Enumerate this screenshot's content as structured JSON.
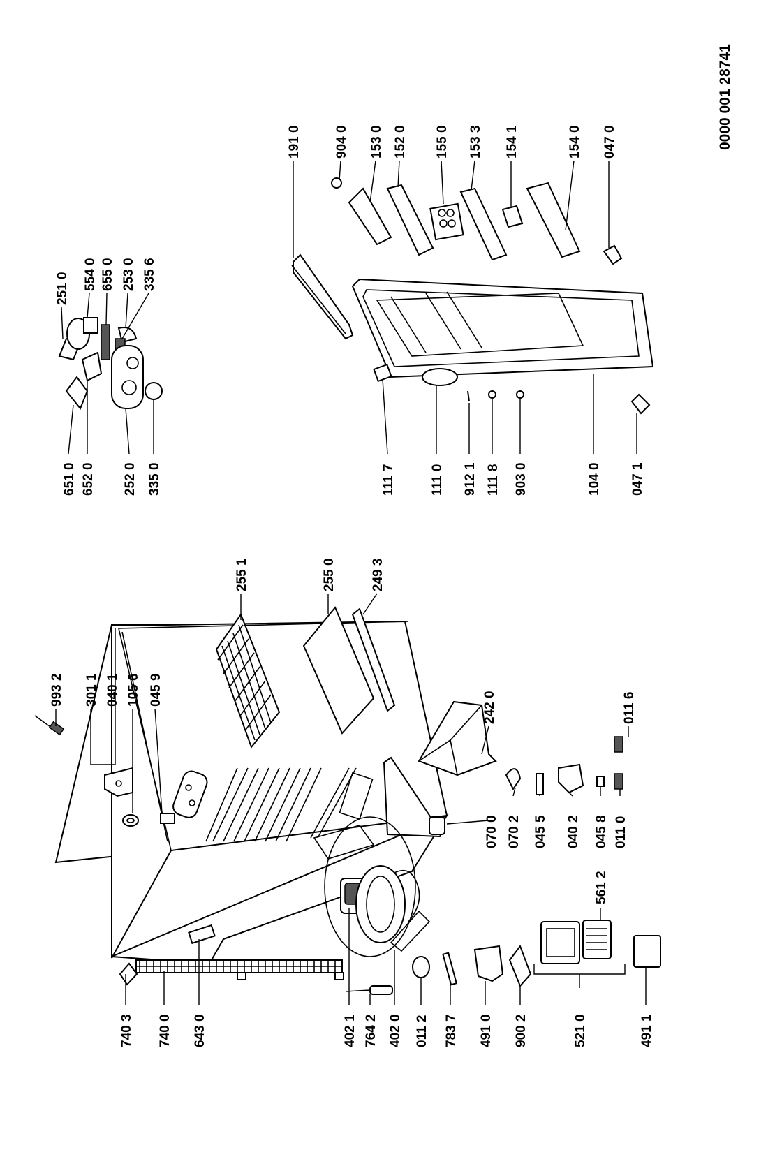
{
  "document_number": "0000 001 28741",
  "labels": {
    "l9932": "993 2",
    "l3011": "301 1",
    "l0401": "040 1",
    "l1056": "105 6",
    "l0459": "045 9",
    "l2551": "255 1",
    "l2550": "255 0",
    "l2493": "249 3",
    "l0116": "011 6",
    "l2420": "242 0",
    "l0700": "070 0",
    "l0702": "070 2",
    "l0455": "045 5",
    "l0402": "040 2",
    "l0458": "045 8",
    "l0110": "011 0",
    "l5612": "561 2",
    "l7403": "740 3",
    "l7400": "740 0",
    "l6430": "643 0",
    "l4021": "402 1",
    "l7642": "764 2",
    "l4020": "402 0",
    "l0112": "011 2",
    "l7837": "783 7",
    "l4910": "491 0",
    "l9002": "900 2",
    "l5210": "521 0",
    "l4911": "491 1",
    "l2510": "251 0",
    "l5540": "554 0",
    "l6550": "655 0",
    "l2530": "253 0",
    "l3356": "335 6",
    "l6510": "651 0",
    "l6520": "652 0",
    "l2520": "252 0",
    "l3350": "335 0",
    "l1910": "191 0",
    "l9040": "904 0",
    "l1530": "153 0",
    "l1520": "152 0",
    "l1550": "155 0",
    "l1533": "153 3",
    "l1541": "154 1",
    "l1540": "154 0",
    "l0470": "047 0",
    "l1117": "111 7",
    "l1110": "111 0",
    "l9121": "912 1",
    "l1118": "111 8",
    "l9030": "903 0",
    "l1040": "104 0",
    "l0471": "047 1"
  },
  "colors": {
    "ink": "#000000",
    "paper": "#ffffff",
    "shade": "#555555"
  }
}
